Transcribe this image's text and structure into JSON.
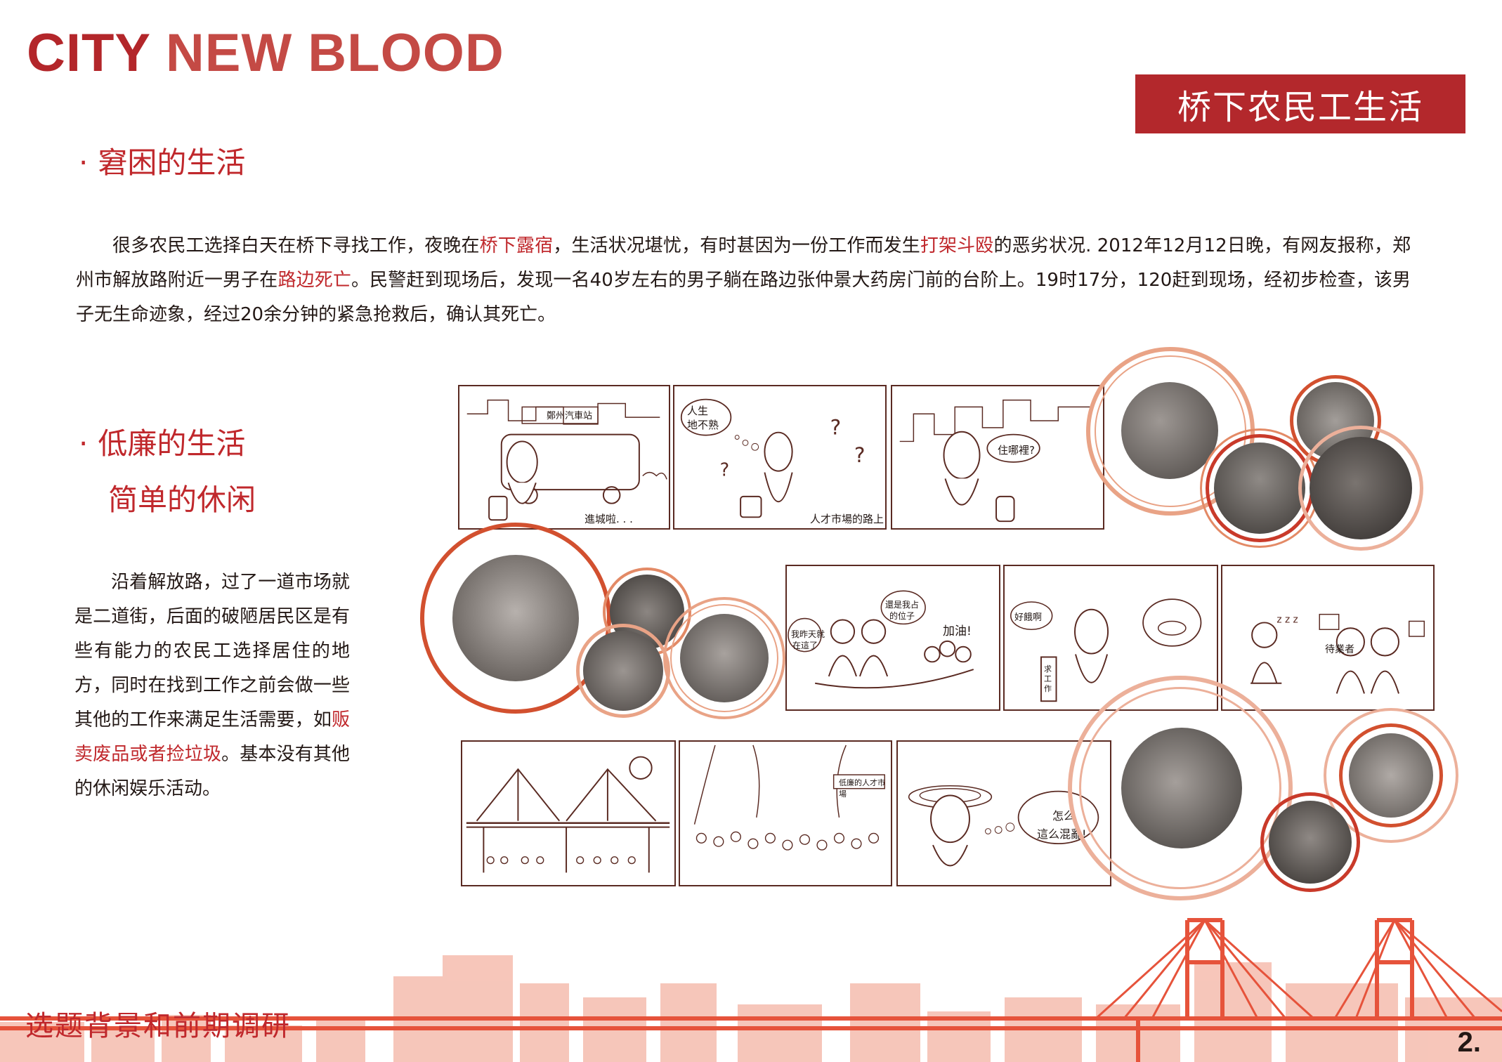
{
  "brand": {
    "part1": "CITY",
    "part2": " NEW BLOOD"
  },
  "section_title": "桥下农民工生活",
  "heading1": {
    "bullet": "·",
    "text": "窘困的生活"
  },
  "paragraph1": {
    "t1": "很多农民工选择白天在桥下寻找工作，夜晚在",
    "h1": "桥下露宿",
    "t2": "，生活状况堪忧，有时甚因为一份工作而发生",
    "h2": "打架斗殴",
    "t3": "的恶劣状况. 2012年12月12日晚，有网友报称，郑州市解放路附近一男子在",
    "h3": "路边死亡",
    "t4": "。民警赶到现场后，发现一名40岁左右的男子躺在路边张仲景大药房门前的台阶上。19时17分，120赶到现场，经初步检查，该男子无生命迹象，经过20余分钟的紧急抢救后，确认其死亡。"
  },
  "heading2": {
    "bullet": "·",
    "line1": "低廉的生活",
    "line2": "简单的休闲"
  },
  "paragraph2": {
    "t1": "沿着解放路，过了一道市场就是二道街，后面的破陋居民区是有些有能力的农民工选择居住的地方，同时在找到工作之前会做一些其他的工作来满足生活需要，如",
    "h1": "贩卖废品或者捡垃圾",
    "t2": "。基本没有其他的休闲娱乐活动。"
  },
  "comics": {
    "p1_sign": "鄭州汽車站",
    "p1_caption": "進城啦. . .",
    "p2_bubble1": "人生",
    "p2_bubble2": "地不熟",
    "p2_caption": "人才市場的路上",
    "p3_bubble": "住哪裡?",
    "p4_bubble_left1": "我昨天就",
    "p4_bubble_left2": "在這了",
    "p4_bubble_mid1": "還是我占",
    "p4_bubble_mid2": "的位子",
    "p4_bubble_right": "加油!",
    "p5_bubble": "好餓啊",
    "p5_sign": "求工作",
    "p6_label": "待業者",
    "p8_sign": "低廉的人才市場",
    "p9_bubble1": "怎么",
    "p9_bubble2": "這么混亂!"
  },
  "colors": {
    "accent": "#b3282c",
    "ring": "#e38a66",
    "ring_dark": "#d2502f",
    "skyline": "#f2aa9a",
    "bridge": "#e6533b"
  },
  "footer": {
    "label": "选题背景和前期调研",
    "page": "2."
  }
}
